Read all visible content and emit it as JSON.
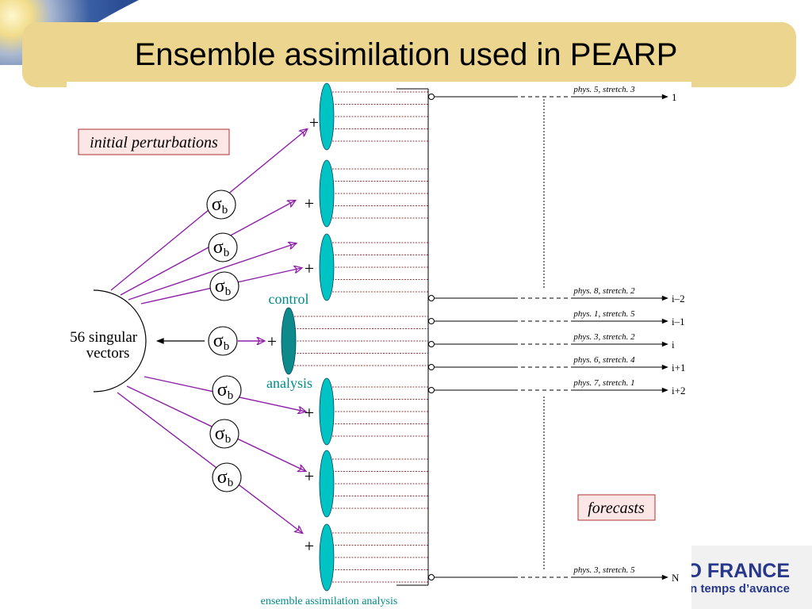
{
  "slide": {
    "title": "Ensemble assimilation used in PEARP",
    "logo_main": "O FRANCE",
    "logo_sub": "n temps d’avance"
  },
  "diagram": {
    "source_label": "56 singular\nvectors",
    "initial_perturbations_label": "initial perturbations",
    "sigma_symbol": "σ",
    "sigma_subscript": "b",
    "plus_symbol": "+",
    "control_label": "control",
    "analysis_label": "analysis",
    "forecasts_label": "forecasts",
    "bottom_caption": "ensemble assimilation analysis",
    "members": [
      {
        "physics": "phys. 5, stretch. 3",
        "index": "1"
      },
      {
        "physics": "phys. 8, stretch. 2",
        "index": "i–2"
      },
      {
        "physics": "phys. 1, stretch. 5",
        "index": "i–1"
      },
      {
        "physics": "phys. 3, stretch. 2",
        "index": "i"
      },
      {
        "physics": "phys. 6, stretch. 4",
        "index": "i+1"
      },
      {
        "physics": "phys. 7, stretch. 1",
        "index": "i+2"
      },
      {
        "physics": "phys. 3, stretch. 5",
        "index": "N"
      }
    ],
    "colors": {
      "ellipse": "#00c4c4",
      "control_ellipse": "#0e8a8a",
      "arrow": "#8e1ea8",
      "label_box_fill": "#fde6e6",
      "label_box_stroke": "#b03030",
      "cyan_text": "#008b8b",
      "hatch": "#8a4040"
    }
  }
}
